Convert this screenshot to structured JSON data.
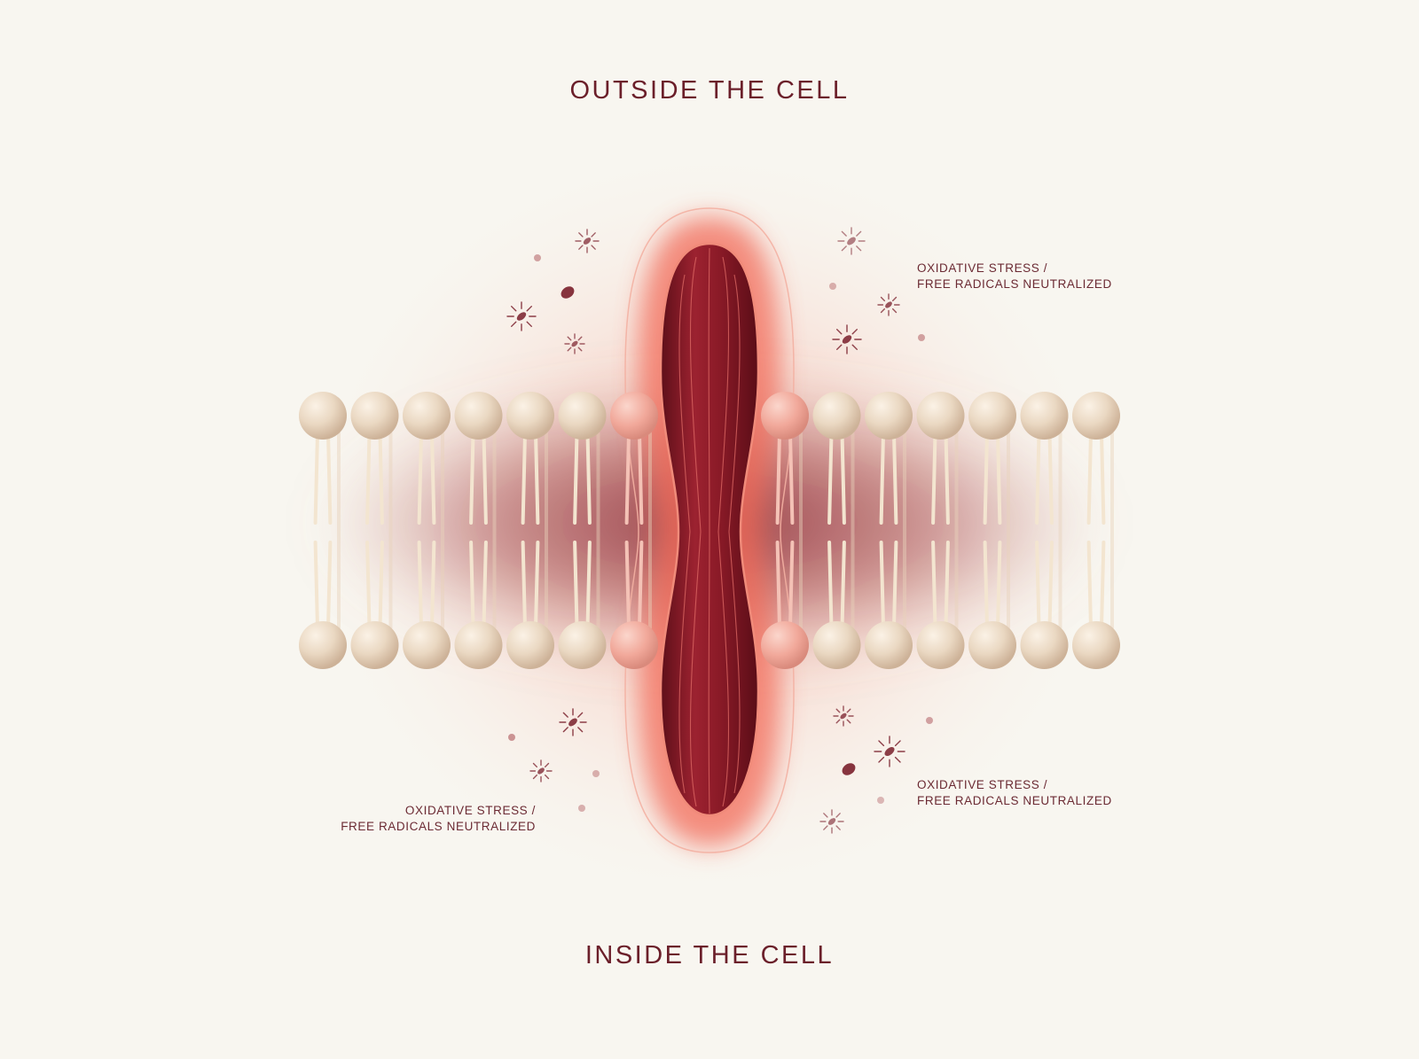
{
  "labels": {
    "outside": "OUTSIDE THE CELL",
    "inside": "INSIDE THE CELL"
  },
  "callouts": {
    "top_right": {
      "line1": "OXIDATIVE STRESS /",
      "line2": "FREE RADICALS NEUTRALIZED"
    },
    "bottom_right": {
      "line1": "OXIDATIVE STRESS /",
      "line2": "FREE RADICALS NEUTRALIZED"
    },
    "bottom_left": {
      "line1": "OXIDATIVE STRESS /",
      "line2": "FREE RADICALS NEUTRALIZED"
    }
  },
  "colors": {
    "background": "#f8f6f0",
    "text": "#6b1f2a",
    "protein": "#8b1a26",
    "glow": "#f0705f",
    "lipid_head": "#ecdcc6",
    "lipid_tail": "#f2e4cf"
  }
}
